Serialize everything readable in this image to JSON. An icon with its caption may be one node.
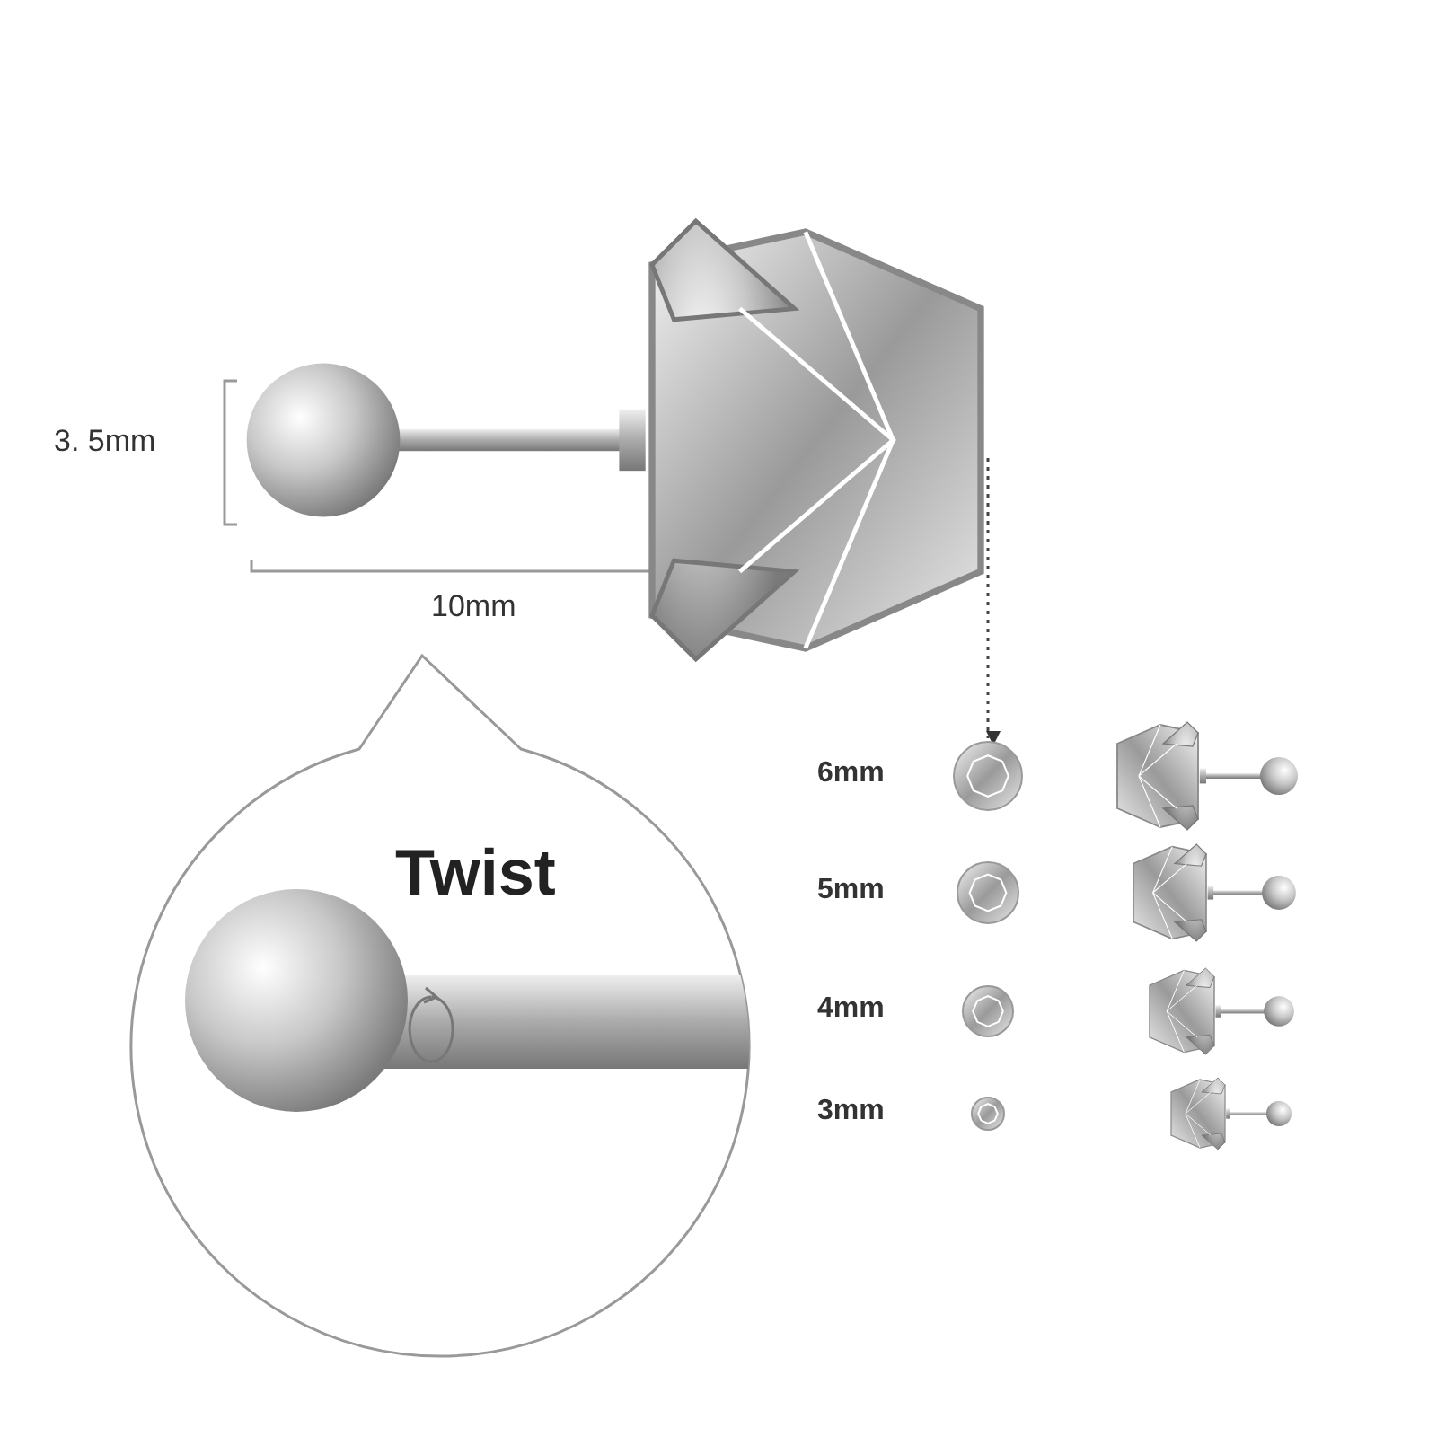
{
  "diagram": {
    "nodes": [
      {
        "text": [],
        "shape": "picture"
      },
      {
        "text": [],
        "shape": "picture"
      },
      {
        "text": [
          "Twist"
        ]
      }
    ],
    "edges": [
      {
        "from": 0,
        "to": 1,
        "arrow": "to",
        "style": "dashed"
      }
    ],
    "labels": [
      "3. 5mm",
      "10mm",
      "6mm",
      "5mm",
      "4mm",
      "3mm"
    ]
  }
}
